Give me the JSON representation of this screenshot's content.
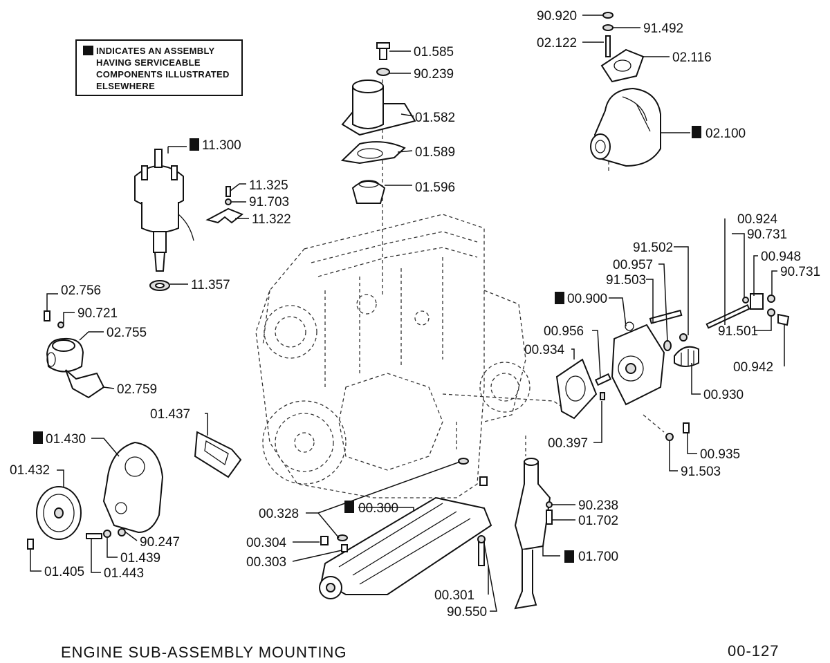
{
  "legend": {
    "line1": "INDICATES AN ASSEMBLY",
    "line2": "HAVING SERVICEABLE",
    "line3": "COMPONENTS ILLUSTRATED",
    "line4": "ELSEWHERE"
  },
  "caption": "ENGINE  SUB-ASSEMBLY  MOUNTING",
  "page_number": "00-127",
  "parts": {
    "p90920": "90.920",
    "p91492": "91.492",
    "p02122": "02.122",
    "p02116": "02.116",
    "p02100": "02.100",
    "p01585": "01.585",
    "p90239": "90.239",
    "p01582": "01.582",
    "p01589": "01.589",
    "p01596": "01.596",
    "p11300": "11.300",
    "p11325": "11.325",
    "p91703": "91.703",
    "p11322": "11.322",
    "p11357": "11.357",
    "p02756": "02.756",
    "p90721": "90.721",
    "p02755": "02.755",
    "p02759": "02.759",
    "p01437": "01.437",
    "p01430": "01.430",
    "p01432": "01.432",
    "p90247": "90.247",
    "p01439": "01.439",
    "p01405": "01.405",
    "p01443": "01.443",
    "p00924": "00.924",
    "p90731a": "90.731",
    "p91502": "91.502",
    "p00948": "00.948",
    "p00957": "00.957",
    "p90731b": "90.731",
    "p91503a": "91.503",
    "p00900": "00.900",
    "p00956": "00.956",
    "p00934": "00.934",
    "p91501": "91.501",
    "p00942": "00.942",
    "p00930": "00.930",
    "p00397": "00.397",
    "p00935": "00.935",
    "p91503b": "91.503",
    "p00328": "00.328",
    "p00300": "00.300",
    "p00304": "00.304",
    "p00303": "00.303",
    "p00301": "00.301",
    "p90550": "90.550",
    "p90238": "90.238",
    "p01702": "01.702",
    "p01700": "01.700"
  }
}
